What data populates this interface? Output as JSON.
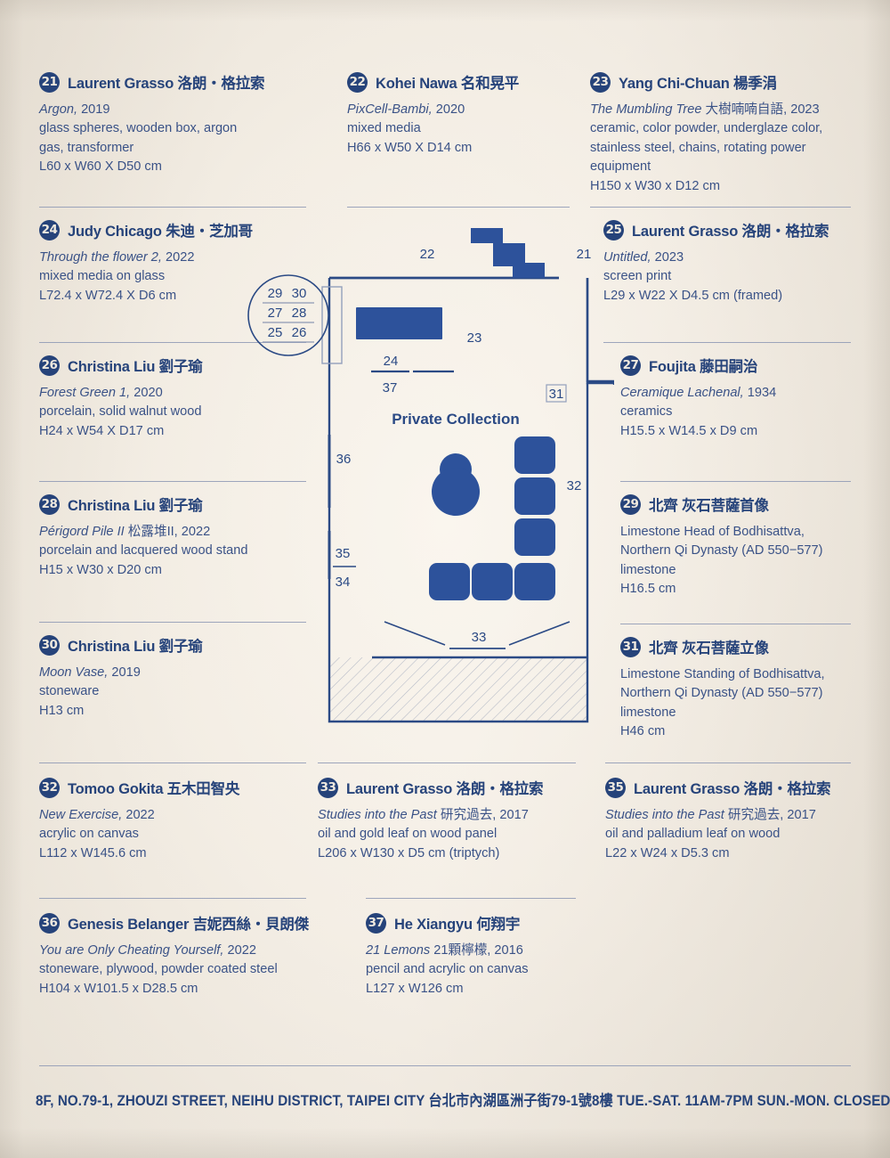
{
  "page": {
    "bg_color": "#efe9df",
    "ink_color": "#26437a"
  },
  "footer": {
    "address": "8F, NO.79-1, ZHOUZI STREET, NEIHU DISTRICT, TAIPEI CITY  台北市內湖區洲子街79-1號8樓   TUE.-SAT. 11AM-7PM  SUN.-MON. CLOSED"
  },
  "floorplan": {
    "room_label": "Private Collection",
    "labels": {
      "l21": "21",
      "l22": "22",
      "l23": "23",
      "l24": "24",
      "l31": "31",
      "l32": "32",
      "l33": "33",
      "l34": "34",
      "l35": "35",
      "l36": "36",
      "l37": "37"
    },
    "inset_rows": [
      [
        "29",
        "30"
      ],
      [
        "27",
        "28"
      ],
      [
        "25",
        "26"
      ]
    ]
  },
  "entries": [
    {
      "num": "21",
      "artist_en": "Laurent Grasso",
      "artist_cjk": "洛朗・格拉索",
      "title": "Argon,",
      "year": "2019",
      "lines": [
        "glass spheres, wooden box, argon",
        "gas, transformer",
        "L60 x W60 X D50 cm"
      ]
    },
    {
      "num": "22",
      "artist_en": "Kohei Nawa",
      "artist_cjk": "名和晃平",
      "title": "PixCell-Bambi,",
      "year": "2020",
      "lines": [
        "mixed media",
        "H66 x W50 X D14 cm"
      ]
    },
    {
      "num": "23",
      "artist_en": "Yang Chi-Chuan",
      "artist_cjk": "楊季涓",
      "title": "The Mumbling Tree",
      "title_cjk": "大樹喃喃自語,",
      "year": "2023",
      "lines": [
        "ceramic, color powder, underglaze color,",
        "stainless steel, chains, rotating power",
        "equipment",
        "H150 x W30 x D12 cm"
      ]
    },
    {
      "num": "24",
      "artist_en": "Judy Chicago",
      "artist_cjk": "朱迪・芝加哥",
      "title": "Through the flower 2,",
      "year": "2022",
      "lines": [
        "mixed media on glass",
        "L72.4 x W72.4 X D6 cm"
      ]
    },
    {
      "num": "25",
      "artist_en": "Laurent Grasso",
      "artist_cjk": "洛朗・格拉索",
      "title": "Untitled,",
      "year": "2023",
      "lines": [
        "screen print",
        "L29 x W22 X D4.5 cm (framed)"
      ]
    },
    {
      "num": "26",
      "artist_en": "Christina Liu",
      "artist_cjk": "劉子瑜",
      "title": "Forest Green 1,",
      "year": "2020",
      "lines": [
        "porcelain, solid walnut wood",
        "H24 x W54 X D17 cm"
      ]
    },
    {
      "num": "27",
      "artist_en": "Foujita",
      "artist_cjk": "藤田嗣治",
      "title": "Ceramique Lachenal,",
      "year": "1934",
      "lines": [
        "ceramics",
        "H15.5 x W14.5 x D9 cm"
      ]
    },
    {
      "num": "28",
      "artist_en": "Christina Liu",
      "artist_cjk": "劉子瑜",
      "title": "Périgord Pile II",
      "title_cjk": "松露堆II,",
      "year": "2022",
      "lines": [
        "porcelain and lacquered wood stand",
        "H15 x W30 x D20 cm"
      ]
    },
    {
      "num": "29",
      "artist_en": "",
      "artist_cjk": "北齊 灰石菩薩首像",
      "title": "",
      "year": "",
      "lines": [
        "Limestone Head of Bodhisattva,",
        "Northern Qi Dynasty (AD 550−577)",
        "limestone",
        "H16.5 cm"
      ]
    },
    {
      "num": "30",
      "artist_en": "Christina Liu",
      "artist_cjk": "劉子瑜",
      "title": "Moon Vase,",
      "year": "2019",
      "lines": [
        "stoneware",
        "H13 cm"
      ]
    },
    {
      "num": "31",
      "artist_en": "",
      "artist_cjk": "北齊 灰石菩薩立像",
      "title": "",
      "year": "",
      "lines": [
        "Limestone Standing of Bodhisattva,",
        "Northern Qi Dynasty (AD 550−577)",
        "limestone",
        "H46 cm"
      ]
    },
    {
      "num": "32",
      "artist_en": "Tomoo Gokita",
      "artist_cjk": "五木田智央",
      "title": "New Exercise,",
      "year": "2022",
      "lines": [
        "acrylic on canvas",
        "L112 x W145.6 cm"
      ]
    },
    {
      "num": "33",
      "artist_en": "Laurent Grasso",
      "artist_cjk": "洛朗・格拉索",
      "title": "Studies into the Past",
      "title_cjk": "研究過去,",
      "year": "2017",
      "lines": [
        "oil and gold leaf on wood panel",
        "L206 x W130 x D5 cm (triptych)"
      ]
    },
    {
      "num": "35",
      "artist_en": "Laurent Grasso",
      "artist_cjk": "洛朗・格拉索",
      "title": "Studies into the Past",
      "title_cjk": "研究過去,",
      "year": "2017",
      "lines": [
        "oil and palladium leaf on wood",
        "L22 x W24 x D5.3 cm"
      ]
    },
    {
      "num": "36",
      "artist_en": "Genesis Belanger",
      "artist_cjk": "吉妮西絲・貝朗傑",
      "title": "You are Only Cheating Yourself,",
      "year": "2022",
      "lines": [
        "stoneware, plywood, powder coated steel",
        "H104 x W101.5 x D28.5 cm"
      ]
    },
    {
      "num": "37",
      "artist_en": "He Xiangyu",
      "artist_cjk": "何翔宇",
      "title": "21 Lemons",
      "title_cjk": "21顆檸檬,",
      "year": "2016",
      "lines": [
        "pencil and acrylic on canvas",
        "L127 x W126 cm"
      ]
    }
  ]
}
